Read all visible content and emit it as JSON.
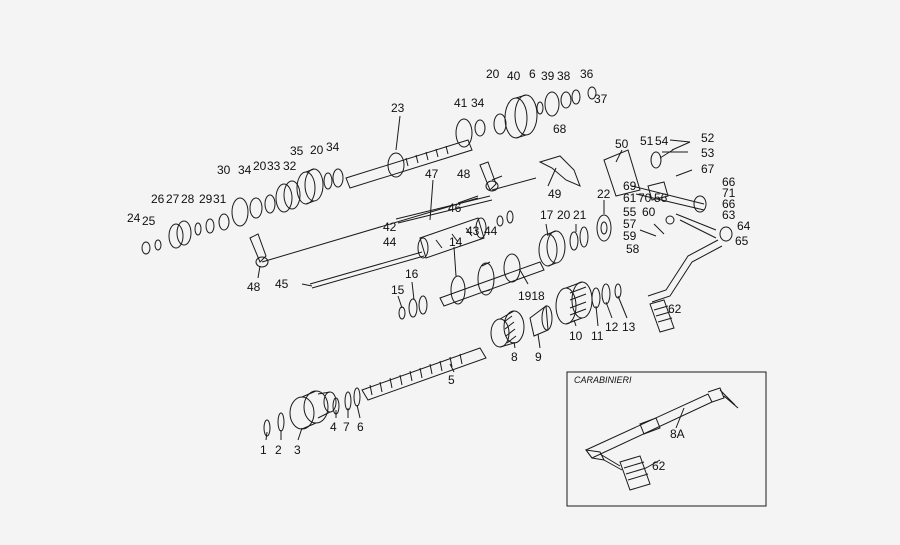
{
  "callouts": [
    "1",
    "2",
    "3",
    "4",
    "5",
    "6",
    "7",
    "8",
    "9",
    "10",
    "11",
    "12",
    "13",
    "14",
    "15",
    "16",
    "17",
    "1918",
    "20",
    "20",
    "21",
    "22",
    "23",
    "24",
    "25",
    "26",
    "27",
    "28",
    "29",
    "31",
    "30",
    "34",
    "20",
    "33",
    "32",
    "35",
    "20",
    "34",
    "36",
    "37",
    "38",
    "39",
    "40",
    "6",
    "68",
    "41",
    "34",
    "42",
    "43",
    "44",
    "44",
    "45",
    "46",
    "47",
    "48",
    "48",
    "49",
    "50",
    "51",
    "54",
    "52",
    "53",
    "67",
    "66",
    "66",
    "71",
    "63",
    "64",
    "65",
    "69",
    "61",
    "70",
    "56",
    "55",
    "60",
    "57",
    "59",
    "58",
    "62"
  ],
  "inset": {
    "title": "CARABINIERI",
    "labels": [
      "8A",
      "62"
    ]
  }
}
